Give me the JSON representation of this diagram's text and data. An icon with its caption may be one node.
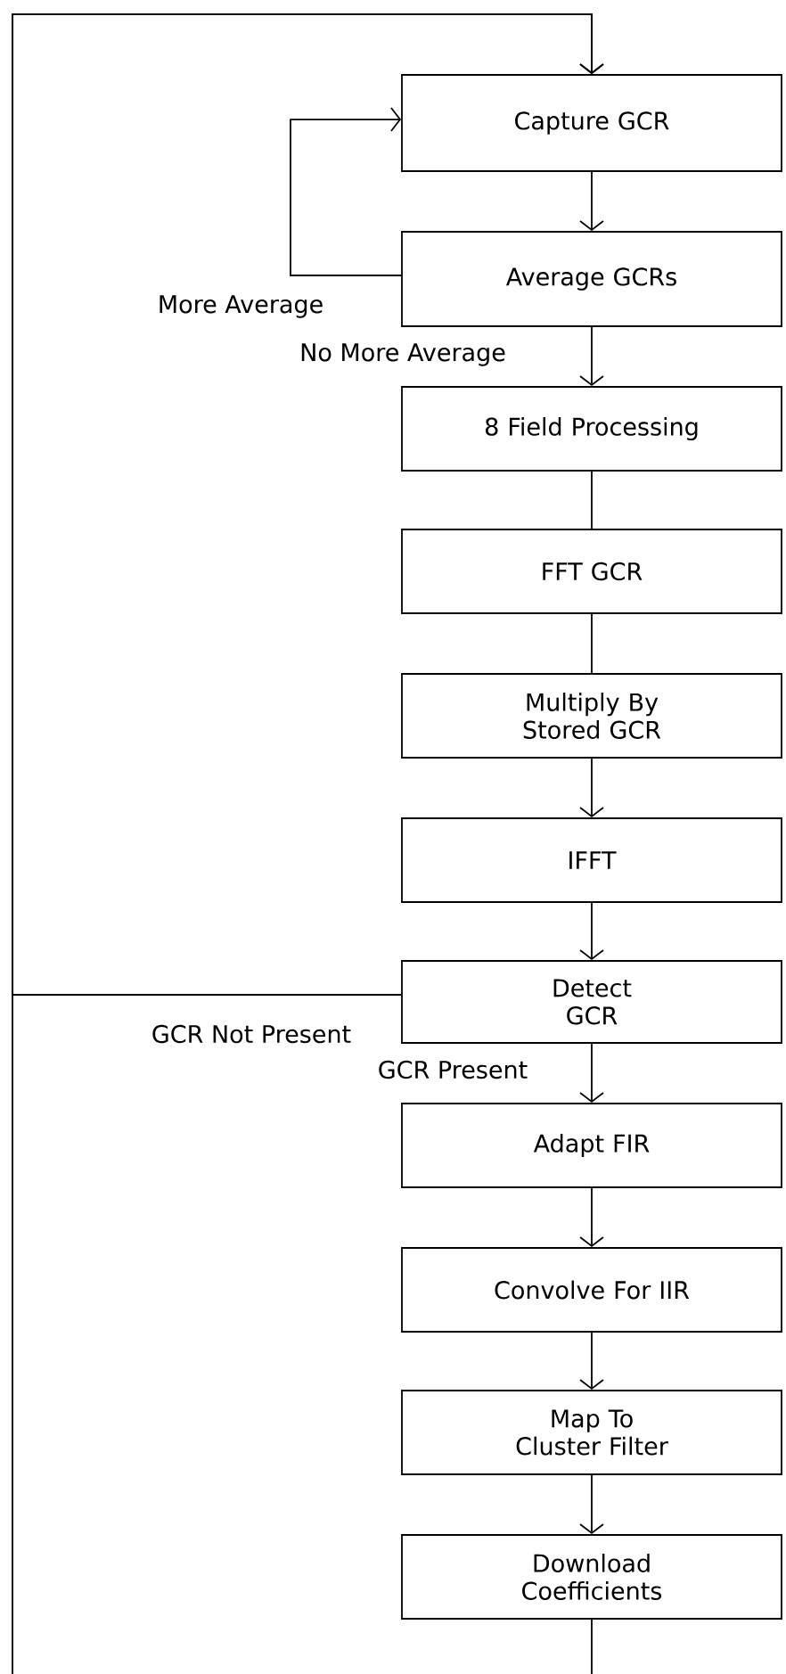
{
  "diagram": {
    "nodes": [
      {
        "text": [
          "Capture GCR"
        ]
      },
      {
        "text": [
          "Average GCRs"
        ]
      },
      {
        "text": [
          "8 Field Processing"
        ]
      },
      {
        "text": [
          "FFT GCR"
        ]
      },
      {
        "text": [
          "Multiply By Stored GCR"
        ]
      },
      {
        "text": [
          "IFFT"
        ]
      },
      {
        "text": [
          "Detect GCR"
        ]
      },
      {
        "text": [
          "Adapt FIR"
        ]
      },
      {
        "text": [
          "Convolve For IIR"
        ]
      },
      {
        "text": [
          "Map To Cluster Filter"
        ]
      },
      {
        "text": [
          "Download Coefficients"
        ]
      }
    ],
    "edges": [
      {
        "from": 0,
        "to": 1,
        "arrow": "to"
      },
      {
        "from": 1,
        "to": 0,
        "arrow": "to",
        "label": "More Average"
      },
      {
        "from": 1,
        "to": 2,
        "arrow": "to",
        "label": "No More Average"
      },
      {
        "from": 2,
        "to": 3,
        "arrow": "none"
      },
      {
        "from": 3,
        "to": 4,
        "arrow": "none"
      },
      {
        "from": 4,
        "to": 5,
        "arrow": "to"
      },
      {
        "from": 5,
        "to": 6,
        "arrow": "to"
      },
      {
        "from": 6,
        "to": 0,
        "arrow": "to",
        "label": "GCR Not Present"
      },
      {
        "from": 6,
        "to": 7,
        "arrow": "to",
        "label": "GCR Present"
      },
      {
        "from": 7,
        "to": 8,
        "arrow": "to"
      },
      {
        "from": 8,
        "to": 9,
        "arrow": "to"
      },
      {
        "from": 9,
        "to": 10,
        "arrow": "to"
      },
      {
        "from": 10,
        "to": null,
        "arrow": "none"
      },
      {
        "from": null,
        "to": 0,
        "arrow": "to"
      }
    ]
  }
}
